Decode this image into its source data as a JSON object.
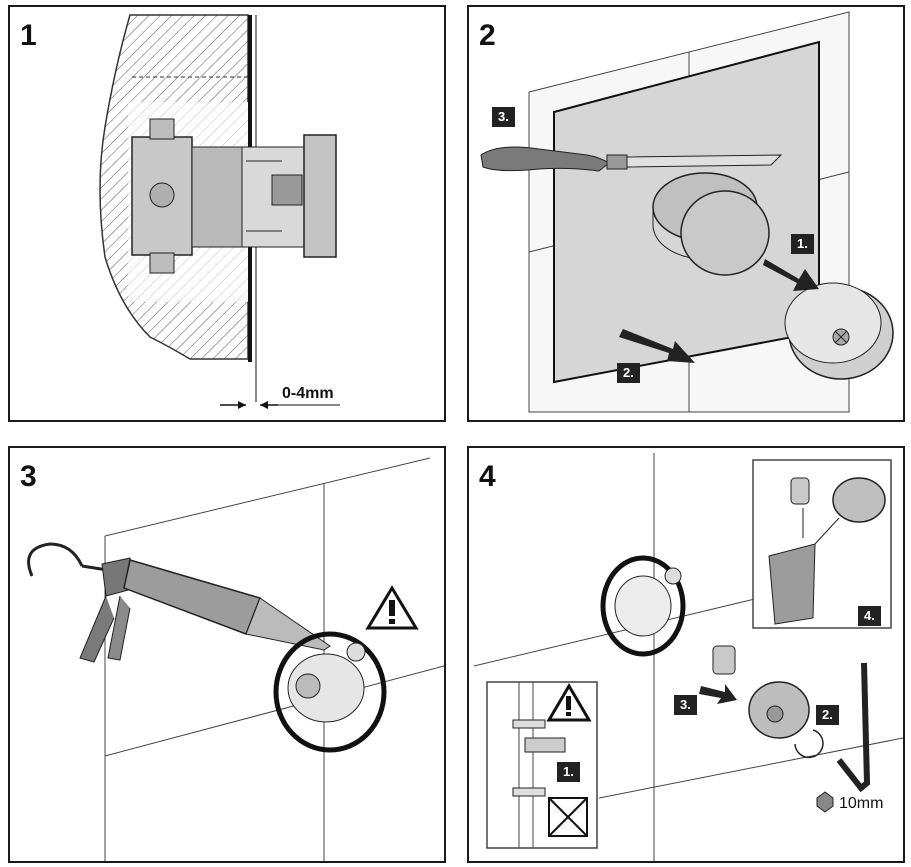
{
  "panels": [
    {
      "number": "1",
      "dimension": "0-4mm"
    },
    {
      "number": "2",
      "steps": [
        "1.",
        "2.",
        "3."
      ]
    },
    {
      "number": "3"
    },
    {
      "number": "4",
      "steps": [
        "1.",
        "2.",
        "3.",
        "4."
      ],
      "wrench_size": "10mm"
    }
  ]
}
